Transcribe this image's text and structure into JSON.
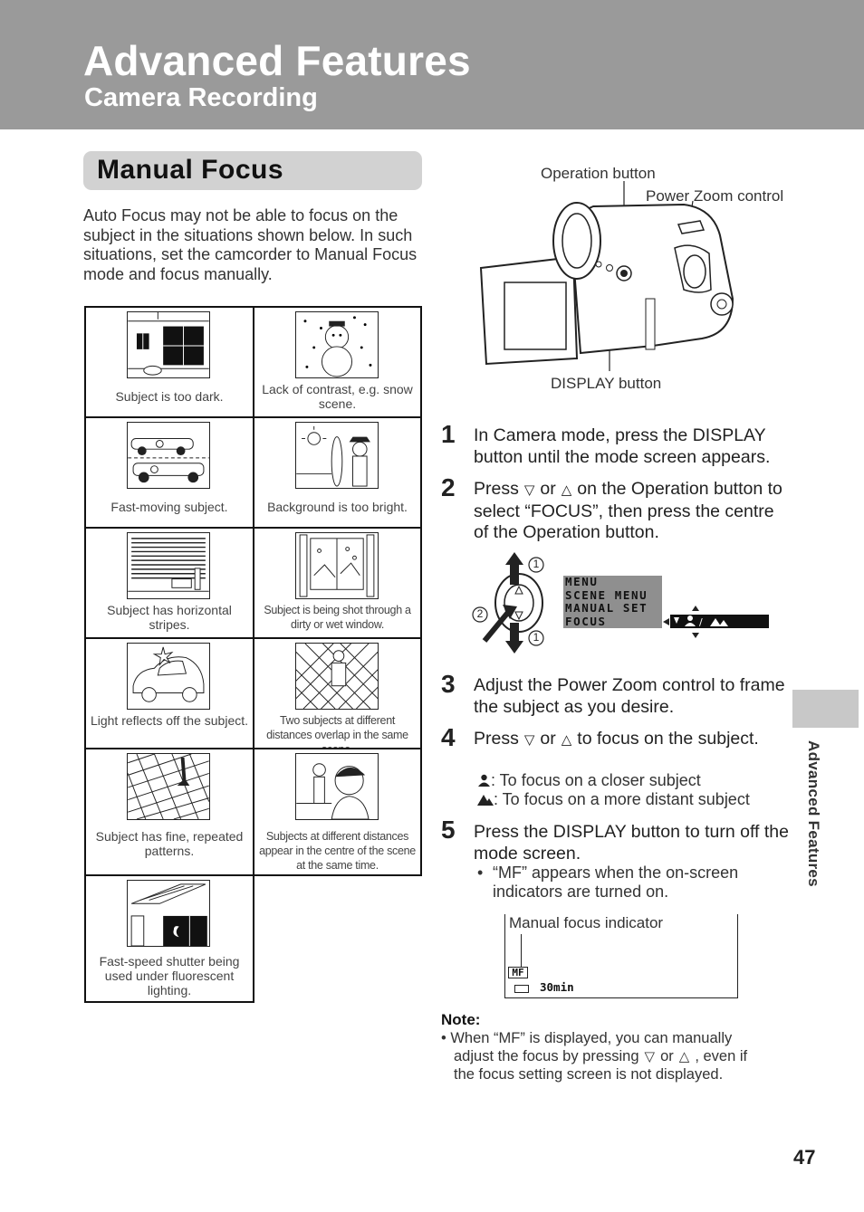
{
  "header": {
    "title": "Advanced Features",
    "subtitle": "Camera Recording"
  },
  "section": {
    "title": "Manual Focus",
    "intro": "Auto Focus may not be able to focus on the subject in the situations shown below. In such situations, set the camcorder to Manual Focus mode and focus manually."
  },
  "situations": [
    {
      "caption": "Subject is too dark."
    },
    {
      "caption": "Lack of contrast, e.g. snow scene."
    },
    {
      "caption": "Fast-moving subject."
    },
    {
      "caption": "Background is too bright."
    },
    {
      "caption": "Subject has horizontal stripes."
    },
    {
      "caption": "Subject is being shot through a dirty or wet window."
    },
    {
      "caption": "Light reflects off the subject."
    },
    {
      "caption": "Two subjects at different distances overlap in the same scene."
    },
    {
      "caption": "Subject has fine, repeated patterns."
    },
    {
      "caption": "Subjects at different distances appear in the centre of the scene at the same time."
    },
    {
      "caption": "Fast-speed shutter being used under fluorescent lighting."
    }
  ],
  "camera_labels": {
    "operation_button": "Operation button",
    "power_zoom": "Power Zoom control",
    "display_button": "DISPLAY button"
  },
  "steps": [
    {
      "num": "1",
      "text": "In Camera mode, press the DISPLAY button until the mode screen appears."
    },
    {
      "num": "2",
      "pre": "Press",
      "mid": "or",
      "post": "on the Operation button to select “FOCUS”, then press the centre of the Operation button."
    },
    {
      "num": "3",
      "text": "Adjust the Power Zoom control to frame the subject as you desire."
    },
    {
      "num": "4",
      "pre": "Press",
      "mid": "or",
      "post": "to focus on the subject.",
      "near": ": To focus on a closer subject",
      "far": ": To focus on a more distant subject"
    },
    {
      "num": "5",
      "text": "Press the DISPLAY button to turn off the mode screen.",
      "bullet": "“MF” appears when the on-screen indicators are turned on."
    }
  ],
  "menu": {
    "lines": [
      "MENU",
      "SCENE  MENU",
      "MANUAL  SET",
      "FOCUS"
    ],
    "callouts": [
      "1",
      "2",
      "1"
    ]
  },
  "mf_display": {
    "label": "Manual focus indicator",
    "tag": "MF",
    "time": "30min"
  },
  "note": {
    "heading": "Note:",
    "pre": "• When “MF” is displayed, you can manually",
    "mid": "adjust the focus by pressing",
    "or": "or",
    "post": ", even if",
    "last": "the focus setting screen is not displayed."
  },
  "side_tab": "Advanced Features",
  "page_number": "47",
  "icons": {
    "down": "▽",
    "up": "△"
  }
}
